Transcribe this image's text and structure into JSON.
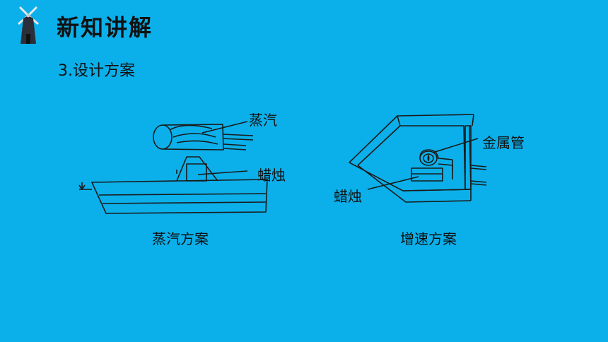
{
  "header": {
    "title": "新知讲解",
    "logo_icon": "windmill-icon"
  },
  "section": {
    "subtitle": "3.设计方案"
  },
  "figures": {
    "steam": {
      "caption": "蒸汽方案",
      "label_steam": "蒸汽",
      "label_candle": "蜡烛"
    },
    "speed": {
      "caption": "增速方案",
      "label_tube": "金属管",
      "label_candle": "蜡烛"
    }
  },
  "colors": {
    "background": "#0bb0ea",
    "ink": "#1a1a1a"
  }
}
